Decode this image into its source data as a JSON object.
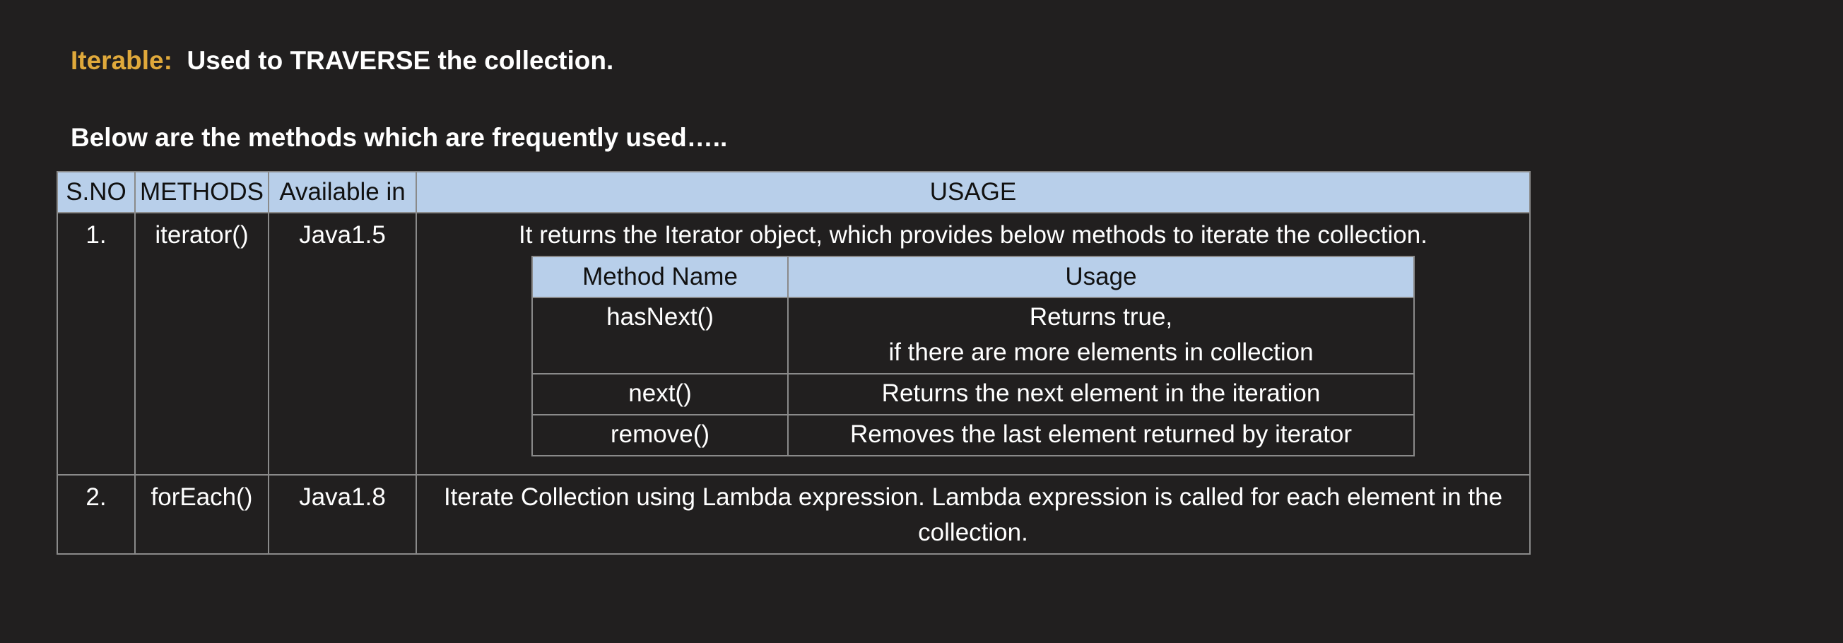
{
  "intro": {
    "keyword": "Iterable:",
    "description": "Used to TRAVERSE the collection.",
    "subheading": "Below are the methods which are frequently used….."
  },
  "table": {
    "headers": [
      "S.NO",
      "METHODS",
      "Available in",
      "USAGE"
    ],
    "rows": [
      {
        "sno": "1.",
        "method": "iterator()",
        "available": "Java1.5",
        "usage": "It returns the Iterator object, which provides below methods to iterate the collection."
      },
      {
        "sno": "2.",
        "method": "forEach()",
        "available": "Java1.8",
        "usage": "Iterate Collection using Lambda expression. Lambda expression is called for each element in the collection."
      }
    ]
  },
  "iterator_methods": {
    "headers": [
      "Method Name",
      "Usage"
    ],
    "rows": [
      {
        "name": "hasNext()",
        "usage_line1": "Returns true,",
        "usage_line2": "if there are more elements in collection"
      },
      {
        "name": "next()",
        "usage_line1": "Returns the next element in the iteration"
      },
      {
        "name": "remove()",
        "usage_line1": "Removes the last element returned by iterator"
      }
    ]
  },
  "colors": {
    "background": "#211f1f",
    "keyword": "#e0a93b",
    "header_fill": "#b8cfea",
    "border": "#8a8a8a"
  }
}
